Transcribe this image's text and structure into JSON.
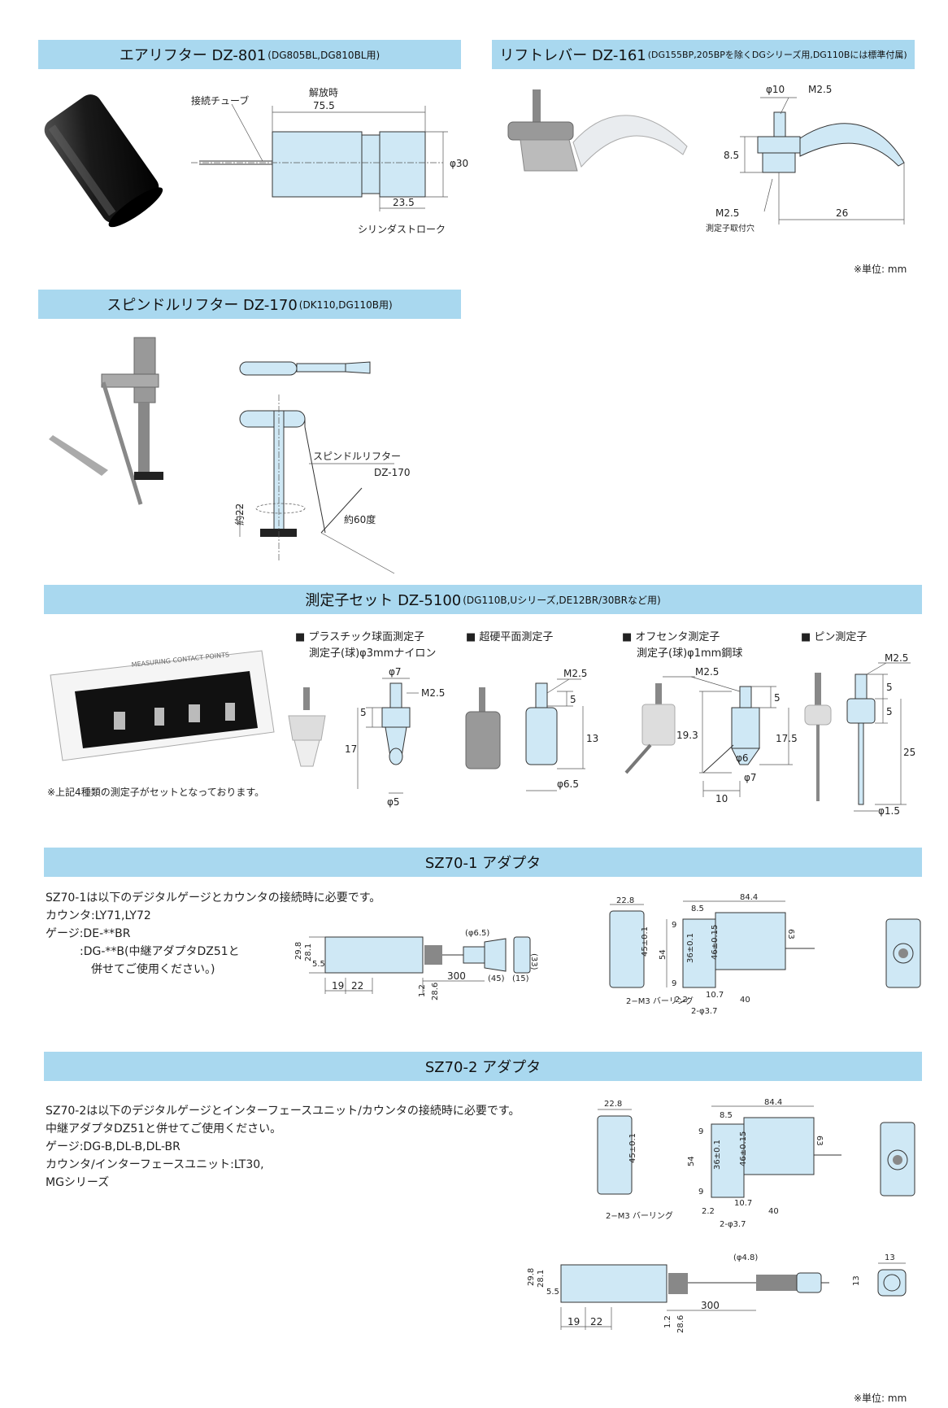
{
  "sections": {
    "dz801": {
      "title": "エアリフター DZ-801",
      "sub": "(DG805BL,DG810BL用)",
      "label_tube": "接続チューブ",
      "label_open": "解放時",
      "d_75": "75.5",
      "d_phi30": "φ30",
      "d_23": "23.5",
      "label_stroke": "シリンダストローク"
    },
    "dz161": {
      "title": "リフトレバー DZ-161",
      "sub": "(DG155BP,205BPを除くDGシリーズ用,DG110Bには標準付属)",
      "d_phi10": "φ10",
      "d_m25": "M2.5",
      "d_85": "8.5",
      "d_m25b": "M2.5",
      "label_hole": "測定子取付穴",
      "d_26": "26",
      "unit": "※単位: mm"
    },
    "dz170": {
      "title": "スピンドルリフター DZ-170",
      "sub": "(DK110,DG110B用)",
      "label_name": "スピンドルリフター",
      "label_model": "DZ-170",
      "d_22": "約22",
      "d_60": "約60度"
    },
    "dz5100": {
      "title": "測定子セット DZ-5100",
      "sub": "(DG110B,Uシリーズ,DE12BR/30BRなど用)",
      "note": "※上記4種類の測定子がセットとなっております。",
      "case_label": "MEASURING CONTACT POINTS",
      "items": [
        {
          "h1": "■ プラスチック球面測定子",
          "h2": "測定子(球)φ3mmナイロン",
          "d1": "φ7",
          "d2": "M2.5",
          "d3": "5",
          "d4": "17",
          "d5": "φ5"
        },
        {
          "h1": "■ 超硬平面測定子",
          "h2": "",
          "d1": "M2.5",
          "d2": "5",
          "d3": "13",
          "d4": "φ6.5"
        },
        {
          "h1": "■ オフセンタ測定子",
          "h2": "測定子(球)φ1mm鋼球",
          "d1": "M2.5",
          "d2": "5",
          "d3": "17.5",
          "d4": "19.3",
          "d5": "φ6",
          "d6": "10",
          "d7": "φ7"
        },
        {
          "h1": "■ ピン測定子",
          "h2": "",
          "d1": "M2.5",
          "d2": "5",
          "d3": "5",
          "d4": "25",
          "d5": "φ1.5"
        }
      ]
    },
    "sz701": {
      "title": "SZ70-1 アダプタ",
      "lines": [
        "SZ70-1は以下のデジタルゲージとカウンタの接続時に必要です。",
        "カウンタ:LY71,LY72",
        "ゲージ:DE-**BR",
        "　　　:DG-**B(中継アダプタDZ51と",
        "　　　　併せてご使用ください。)"
      ],
      "d_phi65": "(φ6.5)",
      "d_300": "300",
      "d_45": "(45)",
      "d_15": "(15)",
      "d_33": "(33)",
      "d_19": "19",
      "d_22": "22",
      "d_12": "1.2",
      "d_286": "28.6",
      "d_298": "29.8",
      "d_281": "28.1",
      "d_55": "5.5",
      "d_228": "22.8",
      "d_45b": "45±0.1",
      "d_m3": "2−M3 バーリング",
      "d_844": "84.4",
      "d_85": "8.5",
      "d_63": "63",
      "d_54": "54",
      "d_36": "36±0.1",
      "d_46": "46±0.15",
      "d_9a": "9",
      "d_9b": "9",
      "d_107": "10.7",
      "d_22b": "2.2",
      "d_40": "40",
      "d_37": "2-φ3.7"
    },
    "sz702": {
      "title": "SZ70-2 アダプタ",
      "lines": [
        "SZ70-2は以下のデジタルゲージとインターフェースユニット/カウンタの接続時に必要です。",
        "中継アダプタDZ51と併せてご使用ください。",
        "ゲージ:DG-B,DL-B,DL-BR",
        "カウンタ/インターフェースユニット:LT30,",
        "MGシリーズ"
      ],
      "d_228": "22.8",
      "d_45b": "45±0.1",
      "d_m3": "2−M3 バーリング",
      "d_844": "84.4",
      "d_85": "8.5",
      "d_63": "63",
      "d_54": "54",
      "d_36": "36±0.1",
      "d_46": "46±0.15",
      "d_9a": "9",
      "d_9b": "9",
      "d_107": "10.7",
      "d_22b": "2.2",
      "d_40": "40",
      "d_37": "2-φ3.7",
      "d_phi48": "(φ4.8)",
      "d_13a": "13",
      "d_13b": "13",
      "d_300": "300",
      "d_19": "19",
      "d_22": "22",
      "d_12": "1.2",
      "d_286": "28.6",
      "d_298": "29.8",
      "d_281": "28.1",
      "d_55": "5.5",
      "unit": "※単位: mm"
    }
  },
  "colors": {
    "bar": "#a9d8ef",
    "part": "#cfe8f5"
  }
}
